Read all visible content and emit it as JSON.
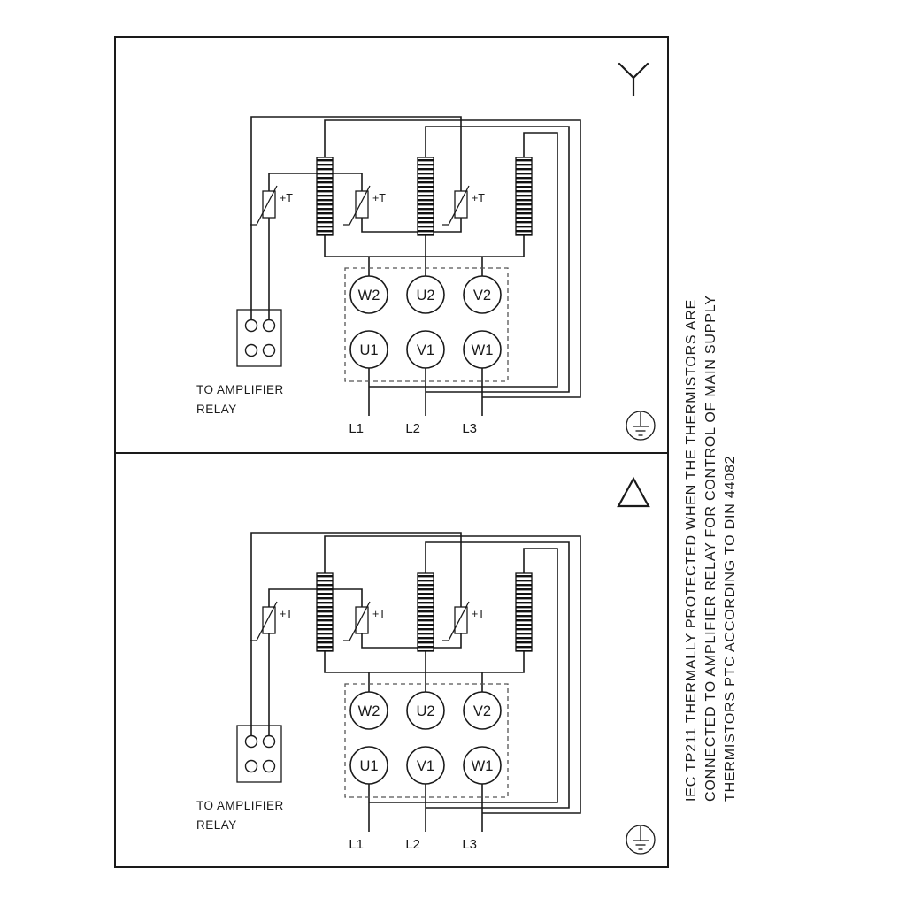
{
  "note": {
    "lines": [
      "IEC TP211 THERMALLY PROTECTED WHEN THE THERMISTORS ARE",
      "CONNECTED TO AMPLIFIER RELAY FOR CONTROL OF MAIN SUPPLY",
      "THERMISTORS PTC ACCORDING TO DIN 44082"
    ]
  },
  "panels": [
    {
      "id": "star-connection",
      "symbol": "star",
      "terminals_top": [
        "W2",
        "U2",
        "V2"
      ],
      "terminals_bottom": [
        "U1",
        "V1",
        "W1"
      ],
      "supply": [
        "L1",
        "L2",
        "L3"
      ],
      "thermistor_label": "+T",
      "relay_caption_line1": "TO AMPLIFIER",
      "relay_caption_line2": "RELAY"
    },
    {
      "id": "delta-connection",
      "symbol": "delta",
      "terminals_top": [
        "W2",
        "U2",
        "V2"
      ],
      "terminals_bottom": [
        "U1",
        "V1",
        "W1"
      ],
      "supply": [
        "L1",
        "L2",
        "L3"
      ],
      "thermistor_label": "+T",
      "relay_caption_line1": "TO AMPLIFIER",
      "relay_caption_line2": "RELAY"
    }
  ],
  "colors": {
    "line": "#1a1a1a",
    "background": "#ffffff"
  }
}
